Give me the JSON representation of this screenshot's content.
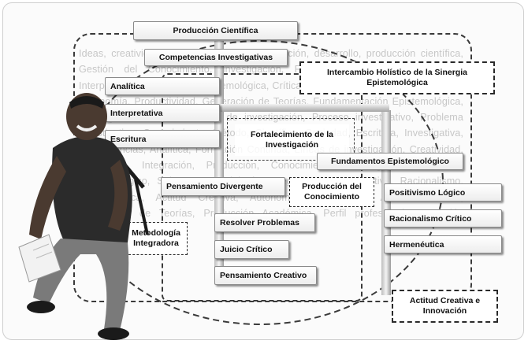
{
  "background_text": "Ideas, creatividad, métodos, visión, investigación, desarrollo, producción científica, Gestión del Conocimiento, investigación, Fundamentación, Ética, Reflexión, Interpretativa, Autonomía, Epistemológica, Crítica, Hermenéutica, Actitudes, Creativa, Autonomía, Productividad, Generación de Teorías, Fundamentación Epistemológica, Paradigmas, Holística, Líneas de investigación, Proceso investigativo, Problema investigativo, Conocimiento, Método, Científico, Sociedad, Escritura, Investigativa, Competencias, Analítica, Formación Continua, Líneas de investigación, Creatividad, Innovación, Integración, Producción, Conocimiento, Investigativas, Analítica, Epistemológico, Saberes, Metodología, Integradora, Interpretativa, Racionalismo, Hermenéutica, Actitud Creativa, Autonomía Investigativa, Actitud Creativa, Generación de Teorías, Producción Académica, Perfil profesional, Formación Continua.",
  "nodes": {
    "produccion_cientifica": "Producción Científica",
    "competencias_investigativas": "Competencias Investigativas",
    "analitica": "Analítica",
    "interpretativa": "Interpretativa",
    "escritura": "Escritura",
    "intercambio": "Intercambio Holístico de la Sinergia Epistemológica",
    "fortalecimiento": "Fortalecimiento de la Investigación",
    "fundamentos": "Fundamentos Epistemológico",
    "pensamiento_divergente": "Pensamiento Divergente",
    "produccion_conocimiento": "Producción del Conocimiento",
    "positivismo": "Positivismo Lógico",
    "racionalismo": "Racionalismo Crítico",
    "hermeneutica": "Hermenéutica",
    "metodologia": "Metodología Integradora",
    "resolver_problemas": "Resolver Problemas",
    "juicio_critico": "Juicio Crítico",
    "pensamiento_creativo": "Pensamiento Creativo",
    "actitud_creativa": "Actitud Creativa e Innovación"
  },
  "colors": {
    "skin": "#4a3a30",
    "shirt": "#2b2b2b",
    "jeans": "#7a7a7a",
    "dash": "#3a3a3a"
  }
}
